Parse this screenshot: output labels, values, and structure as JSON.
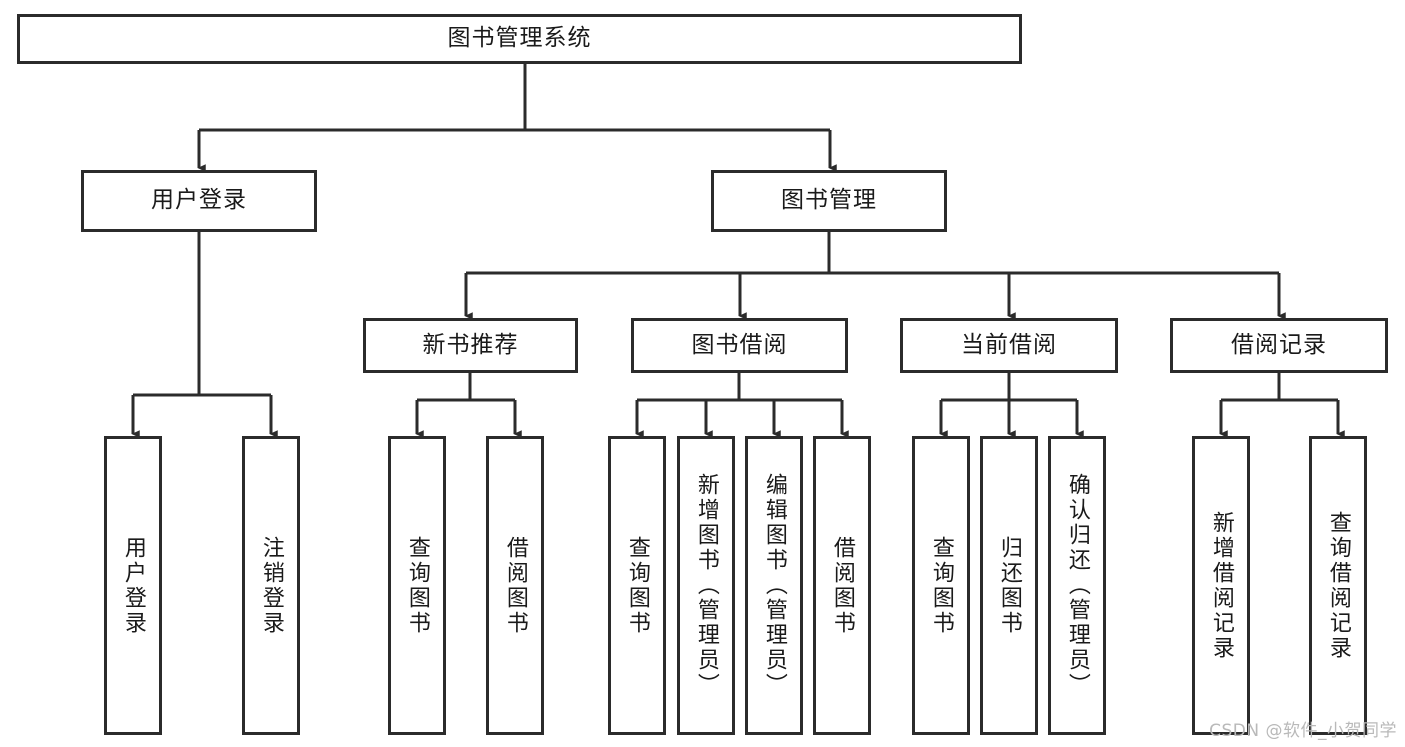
{
  "diagram": {
    "title": "图书管理系统",
    "type": "functional-structure-tree",
    "levels": {
      "root": {
        "label": "图书管理系统"
      },
      "level2": [
        {
          "id": "user-login",
          "label": "用户登录"
        },
        {
          "id": "book-management",
          "label": "图书管理"
        }
      ],
      "level3": [
        {
          "id": "new-book-recommend",
          "label": "新书推荐"
        },
        {
          "id": "book-borrow",
          "label": "图书借阅"
        },
        {
          "id": "current-borrow",
          "label": "当前借阅"
        },
        {
          "id": "borrow-record",
          "label": "借阅记录"
        }
      ],
      "level4": {
        "user-login": [
          {
            "id": "leaf-user-login",
            "label": "用户登录"
          },
          {
            "id": "leaf-user-logout",
            "label": "注销登录"
          }
        ],
        "new-book-recommend": [
          {
            "id": "leaf-query-book-1",
            "label": "查询图书"
          },
          {
            "id": "leaf-borrow-book-1",
            "label": "借阅图书"
          }
        ],
        "book-borrow": [
          {
            "id": "leaf-query-book-2",
            "label": "查询图书"
          },
          {
            "id": "leaf-add-book",
            "label": "新增图书（管理员）"
          },
          {
            "id": "leaf-edit-book",
            "label": "编辑图书（管理员）"
          },
          {
            "id": "leaf-borrow-book-2",
            "label": "借阅图书"
          }
        ],
        "current-borrow": [
          {
            "id": "leaf-query-book-3",
            "label": "查询图书"
          },
          {
            "id": "leaf-return-book",
            "label": "归还图书"
          },
          {
            "id": "leaf-confirm-return",
            "label": "确认归还（管理员）"
          }
        ],
        "borrow-record": [
          {
            "id": "leaf-add-record",
            "label": "新增借阅记录"
          },
          {
            "id": "leaf-query-record",
            "label": "查询借阅记录"
          }
        ]
      }
    }
  },
  "watermark": {
    "text": "CSDN @软件_小贺同学"
  },
  "colors": {
    "stroke": "#2b2b2b",
    "fill": "#ffffff",
    "text": "#1a1a1a",
    "watermark": "#b9b9b9"
  }
}
